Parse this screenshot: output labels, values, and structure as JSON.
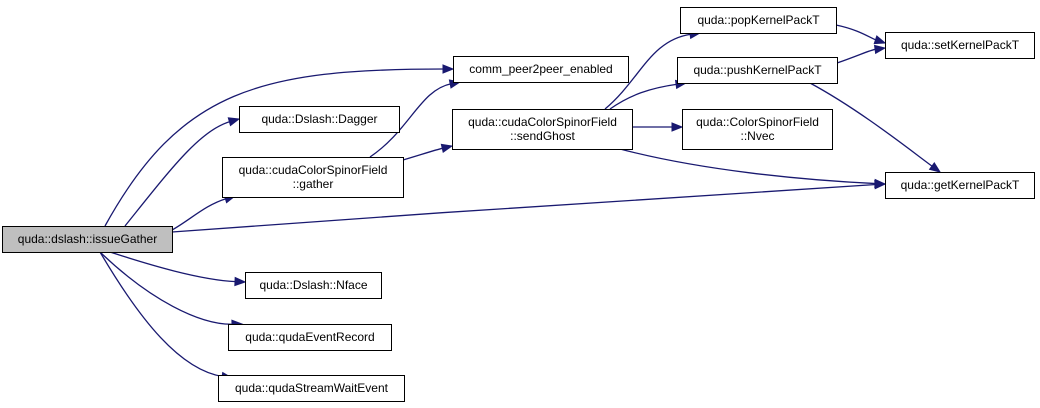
{
  "nodes": {
    "issueGather": {
      "lines": [
        "quda::dslash::issueGather"
      ],
      "root": true
    },
    "comm_p2p": {
      "lines": [
        "comm_peer2peer_enabled"
      ]
    },
    "dagger": {
      "lines": [
        "quda::Dslash::Dagger"
      ]
    },
    "gather": {
      "lines": [
        "quda::cudaColorSpinorField",
        "::gather"
      ]
    },
    "nface": {
      "lines": [
        "quda::Dslash::Nface"
      ]
    },
    "eventRecord": {
      "lines": [
        "quda::qudaEventRecord"
      ]
    },
    "streamWait": {
      "lines": [
        "quda::qudaStreamWaitEvent"
      ]
    },
    "sendGhost": {
      "lines": [
        "quda::cudaColorSpinorField",
        "::sendGhost"
      ]
    },
    "popKernel": {
      "lines": [
        "quda::popKernelPackT"
      ]
    },
    "pushKernel": {
      "lines": [
        "quda::pushKernelPackT"
      ]
    },
    "nvec": {
      "lines": [
        "quda::ColorSpinorField",
        "::Nvec"
      ]
    },
    "setKernel": {
      "lines": [
        "quda::setKernelPackT"
      ]
    },
    "getKernel": {
      "lines": [
        "quda::getKernelPackT"
      ]
    }
  },
  "edges": [
    [
      "issueGather",
      "comm_p2p"
    ],
    [
      "issueGather",
      "dagger"
    ],
    [
      "issueGather",
      "gather"
    ],
    [
      "issueGather",
      "getKernel"
    ],
    [
      "issueGather",
      "nface"
    ],
    [
      "issueGather",
      "eventRecord"
    ],
    [
      "issueGather",
      "streamWait"
    ],
    [
      "gather",
      "comm_p2p"
    ],
    [
      "gather",
      "sendGhost"
    ],
    [
      "sendGhost",
      "popKernel"
    ],
    [
      "sendGhost",
      "pushKernel"
    ],
    [
      "sendGhost",
      "nvec"
    ],
    [
      "sendGhost",
      "getKernel"
    ],
    [
      "popKernel",
      "setKernel"
    ],
    [
      "pushKernel",
      "setKernel"
    ],
    [
      "pushKernel",
      "getKernel"
    ]
  ]
}
